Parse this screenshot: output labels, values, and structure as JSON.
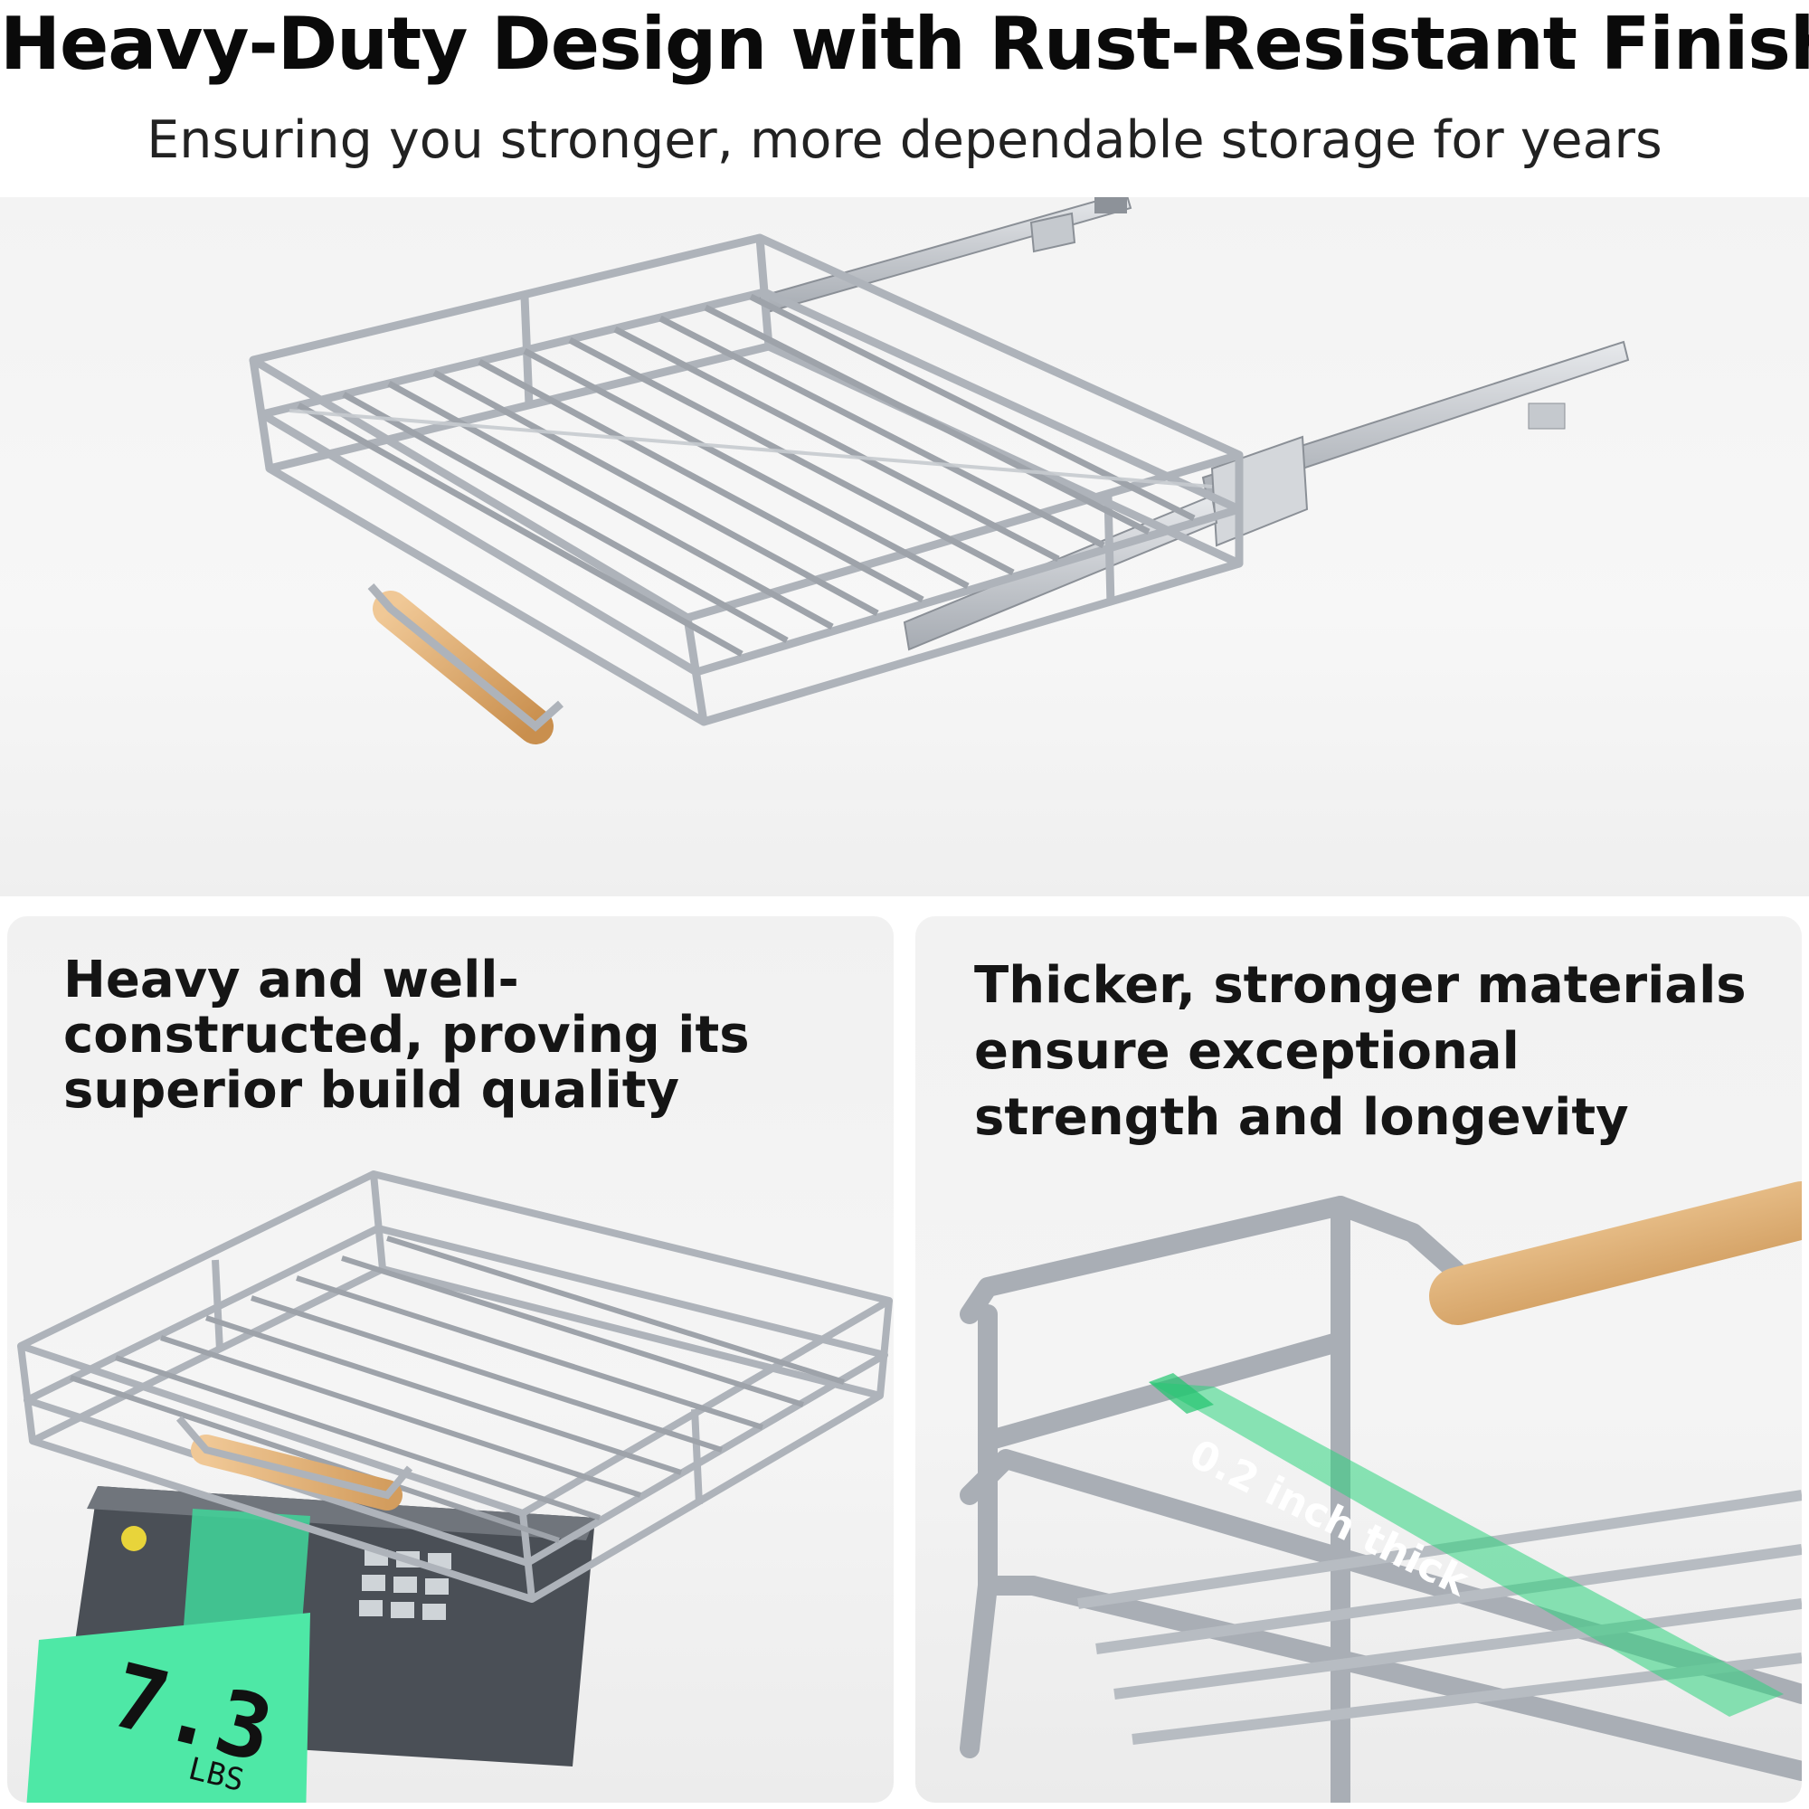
{
  "header": {
    "title": "Heavy-Duty Design with Rust-Resistant Finish",
    "subtitle": "Ensuring you stronger, more dependable storage for years"
  },
  "panels": {
    "left": {
      "caption": "Heavy and well-constructed, proving its superior build quality"
    },
    "right": {
      "caption": "Thicker, stronger materials ensure exceptional strength and longevity"
    }
  },
  "scale": {
    "reading": "7.3",
    "unit": "LBS",
    "status": "stable"
  },
  "callout": {
    "label": "0.2 inch thick"
  },
  "colors": {
    "chrome": "#b8bcc2",
    "chrome_dark": "#7e838a",
    "wood": "#e2b27a",
    "lcd": "#3fd69a",
    "highlight": "#2ed37e",
    "background": "#f3f3f3"
  },
  "icons": [
    "wood-handle-icon",
    "drawer-slide-icon",
    "digital-scale-icon"
  ]
}
